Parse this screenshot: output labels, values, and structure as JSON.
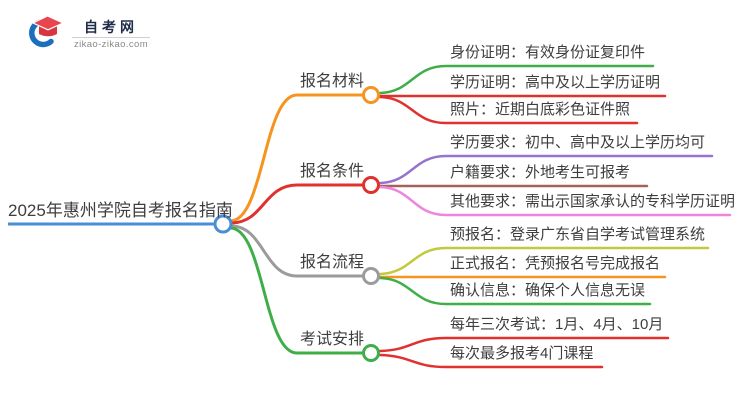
{
  "logo": {
    "site_name": "自考网",
    "site_url": "zikao-zikao.com"
  },
  "mindmap": {
    "root": {
      "label": "2025年惠州学院自考报名指南"
    },
    "branches": [
      {
        "label": "报名材料",
        "children": [
          {
            "label": "身份证明：有效身份证复印件"
          },
          {
            "label": "学历证明：高中及以上学历证明"
          },
          {
            "label": "照片：近期白底彩色证件照"
          }
        ]
      },
      {
        "label": "报名条件",
        "children": [
          {
            "label": "学历要求：初中、高中及以上学历均可"
          },
          {
            "label": "户籍要求：外地考生可报考"
          },
          {
            "label": "其他要求：需出示国家承认的专科学历证明"
          }
        ]
      },
      {
        "label": "报名流程",
        "children": [
          {
            "label": "预报名：登录广东省自学考试管理系统"
          },
          {
            "label": "正式报名：凭预报名号完成报名"
          },
          {
            "label": "确认信息：确保个人信息无误"
          }
        ]
      },
      {
        "label": "考试安排",
        "children": [
          {
            "label": "每年三次考试：1月、4月、10月"
          },
          {
            "label": "每次最多报考4门课程"
          }
        ]
      }
    ]
  },
  "colors": {
    "root_blue": "#4a8ed5",
    "materials_orange": "#f5941e",
    "conditions_red": "#e0312f",
    "process_gray": "#9b9b9b",
    "schedule_green": "#3fae49",
    "sub_green": "#3fae49",
    "sub_red": "#e0312f",
    "sub_purple": "#9673cd",
    "sub_brown": "#a5625a",
    "sub_pink": "#ee85dc",
    "sub_olive": "#c4c83e",
    "sub_orange": "#f5941e",
    "logo_blue": "#1a70bd",
    "logo_red": "#e8454e",
    "logo_red_dark": "#d8353e",
    "logo_navy": "#1f2b49",
    "logo_gray": "#8a8a8a"
  }
}
